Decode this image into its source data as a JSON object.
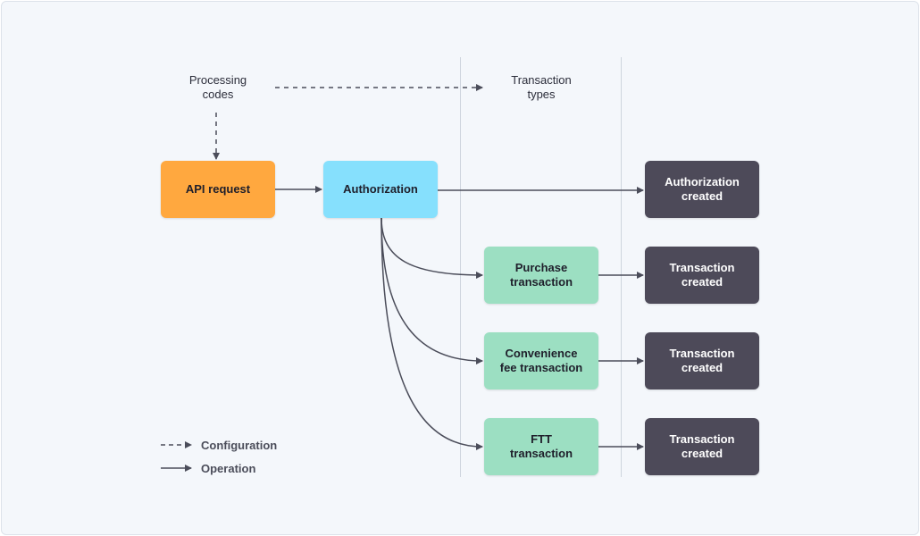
{
  "labels": {
    "processing_codes": "Processing\ncodes",
    "transaction_types": "Transaction\ntypes"
  },
  "nodes": {
    "api_request": "API request",
    "authorization": "Authorization",
    "authorization_created": "Authorization\ncreated",
    "purchase_transaction": "Purchase\ntransaction",
    "convenience_fee_transaction": "Convenience\nfee transaction",
    "ftt_transaction": "FTT\ntransaction",
    "transaction_created_1": "Transaction\ncreated",
    "transaction_created_2": "Transaction\ncreated",
    "transaction_created_3": "Transaction\ncreated"
  },
  "legend": {
    "configuration": "Configuration",
    "operation": "Operation"
  },
  "colors": {
    "orange": "#ffa83f",
    "blue": "#86e0fd",
    "green": "#9cdfc2",
    "dark": "#4d4a59",
    "line": "#4b4d5a"
  }
}
